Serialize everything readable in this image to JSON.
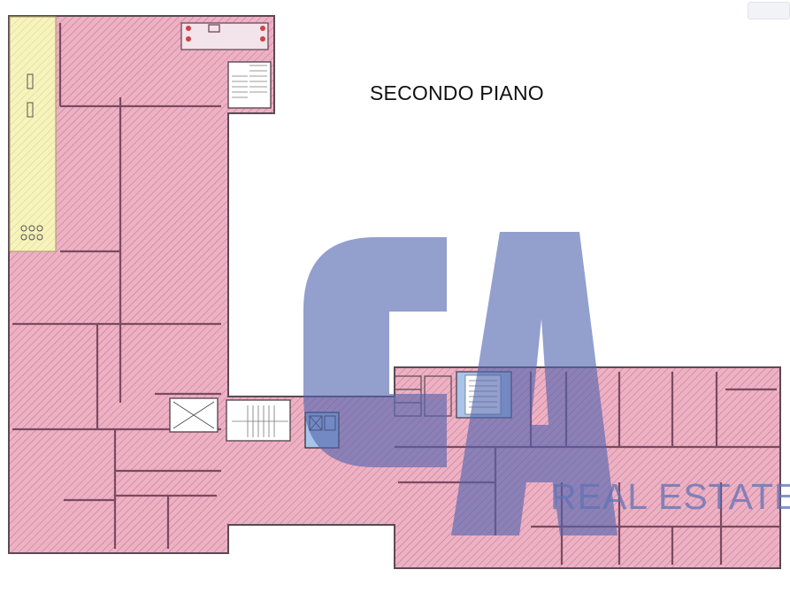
{
  "floor_title": "SECONDO PIANO",
  "watermark": {
    "letters": "CA",
    "subtitle": "REAL ESTATE"
  },
  "colors": {
    "floor_fill": "#edb1c4",
    "floor_hatch": "#c36b88",
    "walls": "#5a4a55",
    "terrace_fill": "#f6f2b8",
    "stairs_fill": "#ffffff",
    "lift_fill": "#a8c4e8",
    "watermark": "#5f73b4"
  },
  "icons": {
    "stairs": "stairs-icon",
    "elevator": "elevator-icon",
    "lightwell": "shaft-icon"
  }
}
